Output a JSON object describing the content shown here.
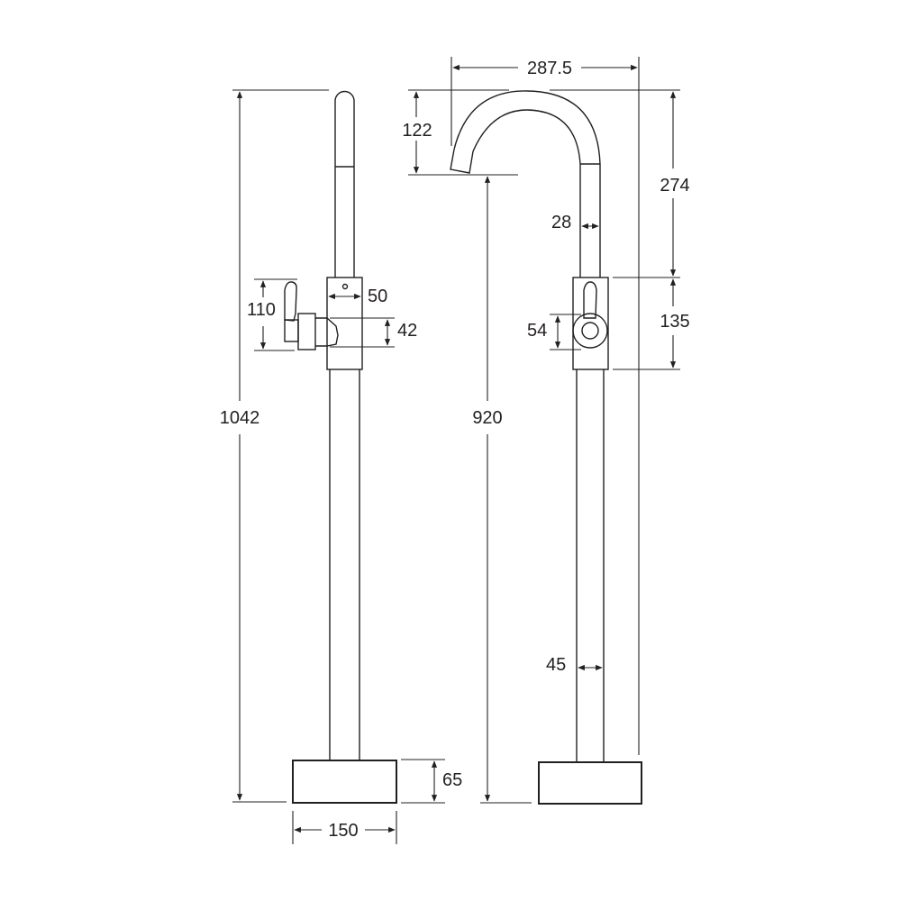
{
  "drawing": {
    "title": "Floor-standing tap technical drawing",
    "line_color": "#231f20",
    "side_view": {
      "overall_height": "1042",
      "handle_height": "110",
      "body_width": "50",
      "outlet_diameter": "42",
      "base_width": "150",
      "base_height": "65"
    },
    "front_view": {
      "spout_reach": "287.5",
      "spout_drop": "122",
      "spout_height": "274",
      "spout_tube_diameter": "28",
      "body_height": "135",
      "handle_plate": "54",
      "outlet_height": "920",
      "stem_diameter": "45"
    }
  }
}
